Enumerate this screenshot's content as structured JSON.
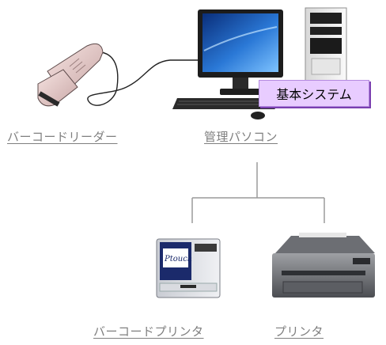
{
  "devices": {
    "barcode_reader": {
      "label": "バーコードリーダー",
      "icon": "barcode-scanner-icon"
    },
    "pc": {
      "label": "管理パソコン",
      "icon": "desktop-computer-icon",
      "badge": "基本システム"
    },
    "barcode_printer": {
      "label": "バーコードプリンタ",
      "icon": "label-printer-icon"
    },
    "printer": {
      "label": "プリンタ",
      "icon": "laser-printer-icon"
    }
  },
  "colors": {
    "caption": "#7f7f7f",
    "connector": "#9a9a9a",
    "badge_fill": "#e8ccff",
    "badge_shadow": "#7a3fb0"
  }
}
